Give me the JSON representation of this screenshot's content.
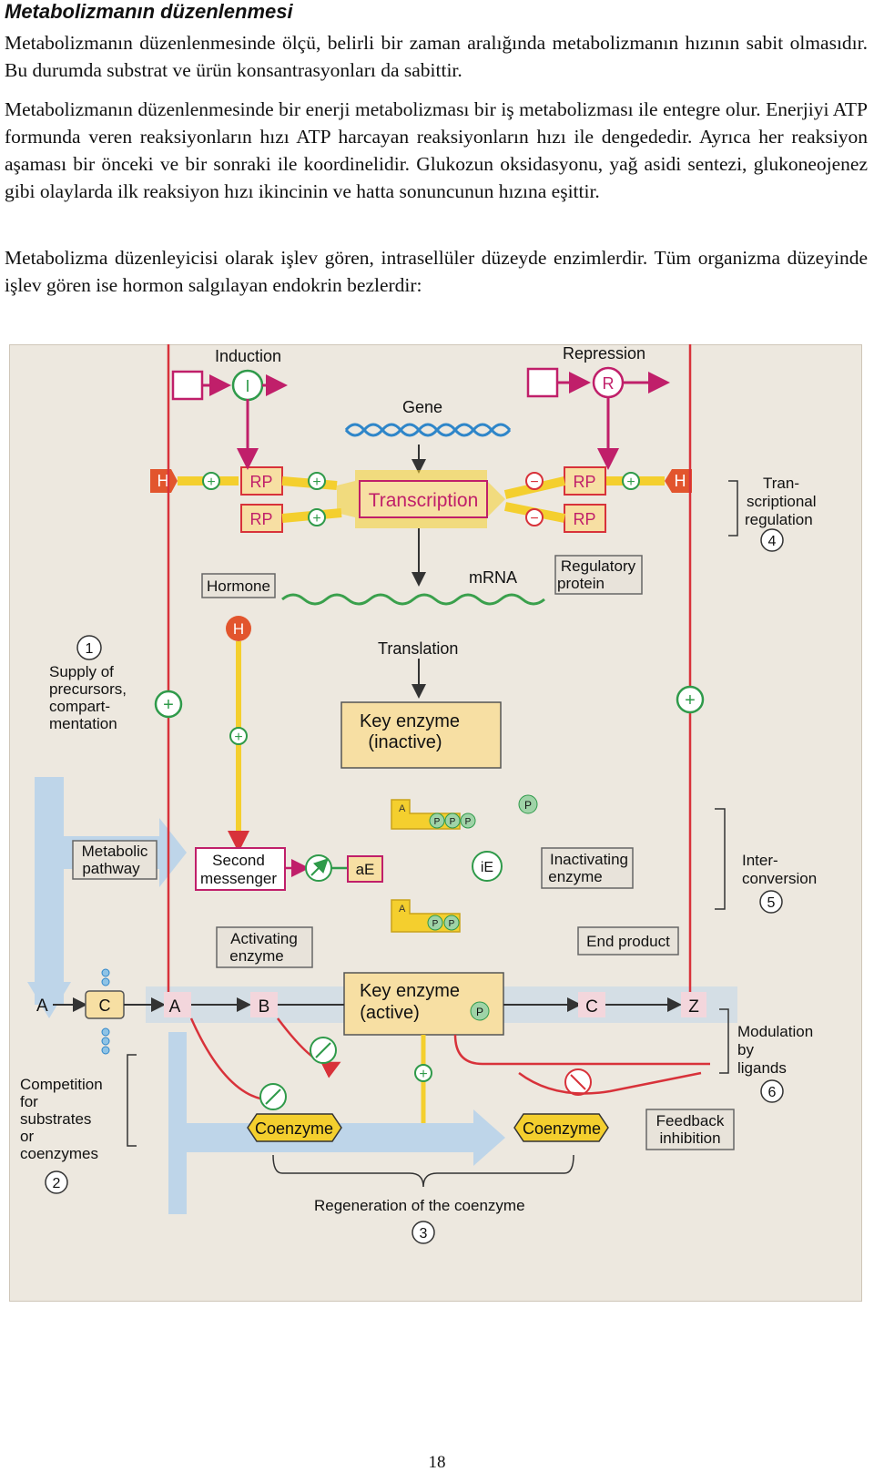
{
  "document": {
    "title": "Metabolizmanın düzenlenmesi",
    "paragraphs": [
      "Metabolizmanın düzenlenmesinde ölçü, belirli bir zaman aralığında metabolizmanın hızının sabit olmasıdır. Bu durumda substrat ve ürün konsantrasyonları da sabittir.",
      "Metabolizmanın düzenlenmesinde bir enerji metabolizması bir iş metabolizması ile entegre olur. Enerjiyi ATP formunda veren reaksiyonların hızı ATP harcayan reaksiyonların hızı ile dengededir. Ayrıca her reaksiyon aşaması bir önceki ve bir sonraki ile koordinelidir. Glukozun oksidasyonu, yağ asidi sentezi, glukoneojenez gibi olaylarda ilk reaksiyon hızı ikincinin ve hatta sonuncunun hızına eşittir.",
      "Metabolizma düzenleyicisi olarak işlev gören, intrasellüler düzeyde enzimlerdir. Tüm organizma düzeyinde işlev gören ise hormon salgılayan endokrin bezlerdir:"
    ],
    "page_number": "18"
  },
  "figure": {
    "induction": "Induction",
    "repression": "Repression",
    "gene": "Gene",
    "transcription": "Transcription",
    "transcriptional_regulation": [
      "Tran-",
      "scriptional",
      "regulation"
    ],
    "num4": "4",
    "mrna": "mRNA",
    "regulatory_protein": [
      "Regulatory",
      "protein"
    ],
    "hormone": "Hormone",
    "translation": "Translation",
    "num1": "1",
    "supply_of_precursors": [
      "Supply of",
      "precursors,",
      "compart-",
      "mentation"
    ],
    "key_enzyme_inactive": [
      "Key enzyme",
      "(inactive)"
    ],
    "metabolic_pathway": [
      "Metabolic",
      "pathway"
    ],
    "second_messenger": [
      "Second",
      "messenger"
    ],
    "ae": "aE",
    "ie": "iE",
    "inactivating_enzyme": [
      "Inactivating",
      "enzyme"
    ],
    "interconversion": [
      "Inter-",
      "conversion"
    ],
    "num5": "5",
    "activating_enzyme": [
      "Activating",
      "enzyme"
    ],
    "end_product": "End product",
    "key_enzyme_active": [
      "Key enzyme",
      "(active)"
    ],
    "modulation_by_ligands": [
      "Modulation",
      "by",
      "ligands"
    ],
    "num6": "6",
    "competition": [
      "Competition",
      "for",
      "substrates",
      "or",
      "coenzymes"
    ],
    "num2": "2",
    "coenzyme_left": "Coenzyme",
    "coenzyme_right": "Coenzyme",
    "feedback_inhibition": [
      "Feedback",
      "inhibition"
    ],
    "regeneration": "Regeneration of the coenzyme",
    "num3": "3",
    "letters": {
      "h": "H",
      "rp": "RP",
      "i": "I",
      "r": "R",
      "a": "A",
      "b": "B",
      "c": "C",
      "z": "Z",
      "p": "P",
      "plus": "+",
      "minus": "−"
    },
    "colors": {
      "background": "#ede8df",
      "yellow_box": "#f7dfa3",
      "arrow_yellow": "#f4cf2e",
      "arrow_red": "#d8323a",
      "arrow_magenta": "#c01f6a",
      "arrow_green": "#2f9a4a",
      "blue_band": "#b9d3ea",
      "gene_blue": "#2f86c9",
      "mrna_green": "#3aa04c",
      "hormone_red": "#e2552d"
    }
  }
}
